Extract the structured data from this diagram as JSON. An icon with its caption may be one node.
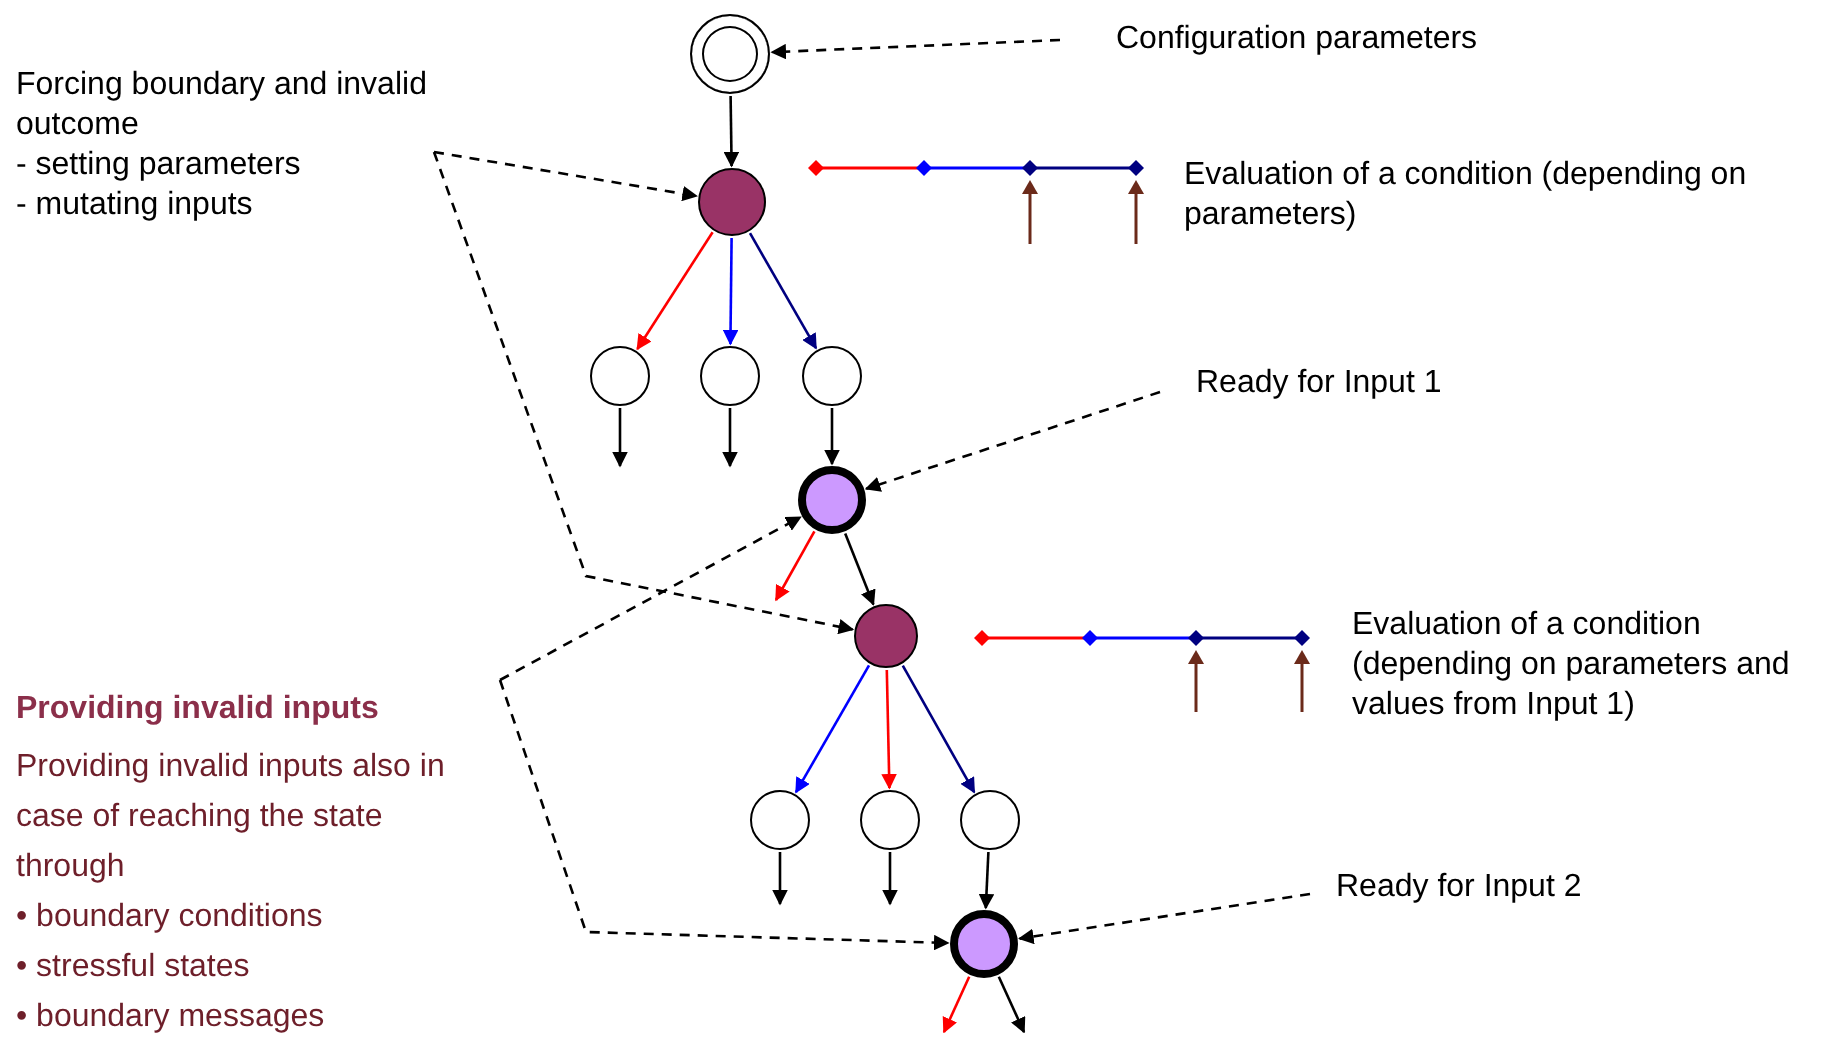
{
  "diagram": {
    "nodes": [
      {
        "text": [
          "Configuration parameters"
        ]
      },
      {
        "text": [],
        "shape": "circle"
      },
      {
        "text": [
          "Forcing boundary and invalid outcome",
          "- setting parameters",
          "- mutating inputs"
        ]
      },
      {
        "text": [],
        "shape": "circle"
      },
      {
        "text": [],
        "shape": "circle"
      },
      {
        "text": [],
        "shape": "circle"
      },
      {
        "text": [],
        "shape": "circle"
      },
      {
        "text": [
          "Ready for Input 1"
        ]
      },
      {
        "text": [],
        "shape": "circle"
      },
      {
        "text": [],
        "shape": "circle"
      },
      {
        "text": [],
        "shape": "circle"
      },
      {
        "text": [],
        "shape": "circle"
      },
      {
        "text": [],
        "shape": "circle"
      },
      {
        "text": [
          "Providing invalid inputs",
          "Providing invalid inputs also in case of reaching the state through",
          "• boundary conditions",
          "• stressful states",
          "• boundary messages"
        ]
      },
      {
        "text": [
          "Ready for Input 2"
        ]
      },
      {
        "text": [],
        "shape": "circle"
      }
    ],
    "edges": [
      {
        "from": 0,
        "to": 1,
        "arrow": "to",
        "style": "dashed"
      },
      {
        "from": 1,
        "to": 3,
        "arrow": "to"
      },
      {
        "from": 2,
        "to": 3,
        "arrow": "to",
        "style": "dashed"
      },
      {
        "from": 2,
        "to": 9,
        "arrow": "to",
        "style": "dashed"
      },
      {
        "from": 3,
        "to": 4,
        "arrow": "to",
        "color": "#ff0000"
      },
      {
        "from": 3,
        "to": 5,
        "arrow": "to",
        "color": "#0000ff"
      },
      {
        "from": 3,
        "to": 6,
        "arrow": "to",
        "color": "#000080"
      },
      {
        "from": 4,
        "to": null,
        "arrow": "to"
      },
      {
        "from": 5,
        "to": null,
        "arrow": "to"
      },
      {
        "from": 6,
        "to": 8,
        "arrow": "to"
      },
      {
        "from": 7,
        "to": 8,
        "arrow": "to",
        "style": "dashed"
      },
      {
        "from": 8,
        "to": null,
        "arrow": "to",
        "color": "#ff0000"
      },
      {
        "from": 8,
        "to": 9,
        "arrow": "to"
      },
      {
        "from": 9,
        "to": 10,
        "arrow": "to",
        "color": "#0000ff"
      },
      {
        "from": 9,
        "to": 11,
        "arrow": "to",
        "color": "#ff0000"
      },
      {
        "from": 9,
        "to": 12,
        "arrow": "to",
        "color": "#000080"
      },
      {
        "from": 10,
        "to": null,
        "arrow": "to"
      },
      {
        "from": 11,
        "to": null,
        "arrow": "to"
      },
      {
        "from": 12,
        "to": 15,
        "arrow": "to"
      },
      {
        "from": 13,
        "to": 8,
        "arrow": "to",
        "style": "dashed"
      },
      {
        "from": 13,
        "to": 15,
        "arrow": "to",
        "style": "dashed"
      },
      {
        "from": 14,
        "to": 15,
        "arrow": "to",
        "style": "dashed"
      },
      {
        "from": 15,
        "to": null,
        "arrow": "to",
        "color": "#ff0000"
      },
      {
        "from": 15,
        "to": null,
        "arrow": "to"
      }
    ],
    "labels": [
      "Evaluation of a condition (depending on parameters)",
      "Evaluation of a condition (depending on parameters and values from Input 1)"
    ]
  }
}
